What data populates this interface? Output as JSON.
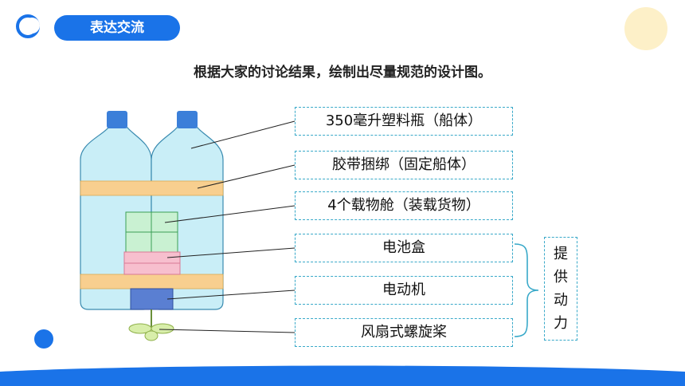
{
  "tag": {
    "label": "表达交流"
  },
  "subtitle": "根据大家的讨论结果，绘制出尽量规范的设计图。",
  "labels": [
    "350毫升塑料瓶（船体）",
    "胶带捆绑（固定船体）",
    "4个载物舱（装载货物）",
    "电池盒",
    "电动机",
    "风扇式螺旋桨"
  ],
  "power_label": [
    "提",
    "供",
    "动",
    "力"
  ],
  "colors": {
    "accent": "#1a73e8",
    "bottle": "#c9eef7",
    "cap": "#3b7fd9",
    "tape": "#f8cf8f",
    "cargo": "#c9f1d2",
    "battery": "#f7bfce",
    "motor": "#5a7fd2",
    "propeller": "#d8eeaa",
    "dashed_border": "#39a9c9",
    "deco_yellow": "#fdf0c8"
  }
}
